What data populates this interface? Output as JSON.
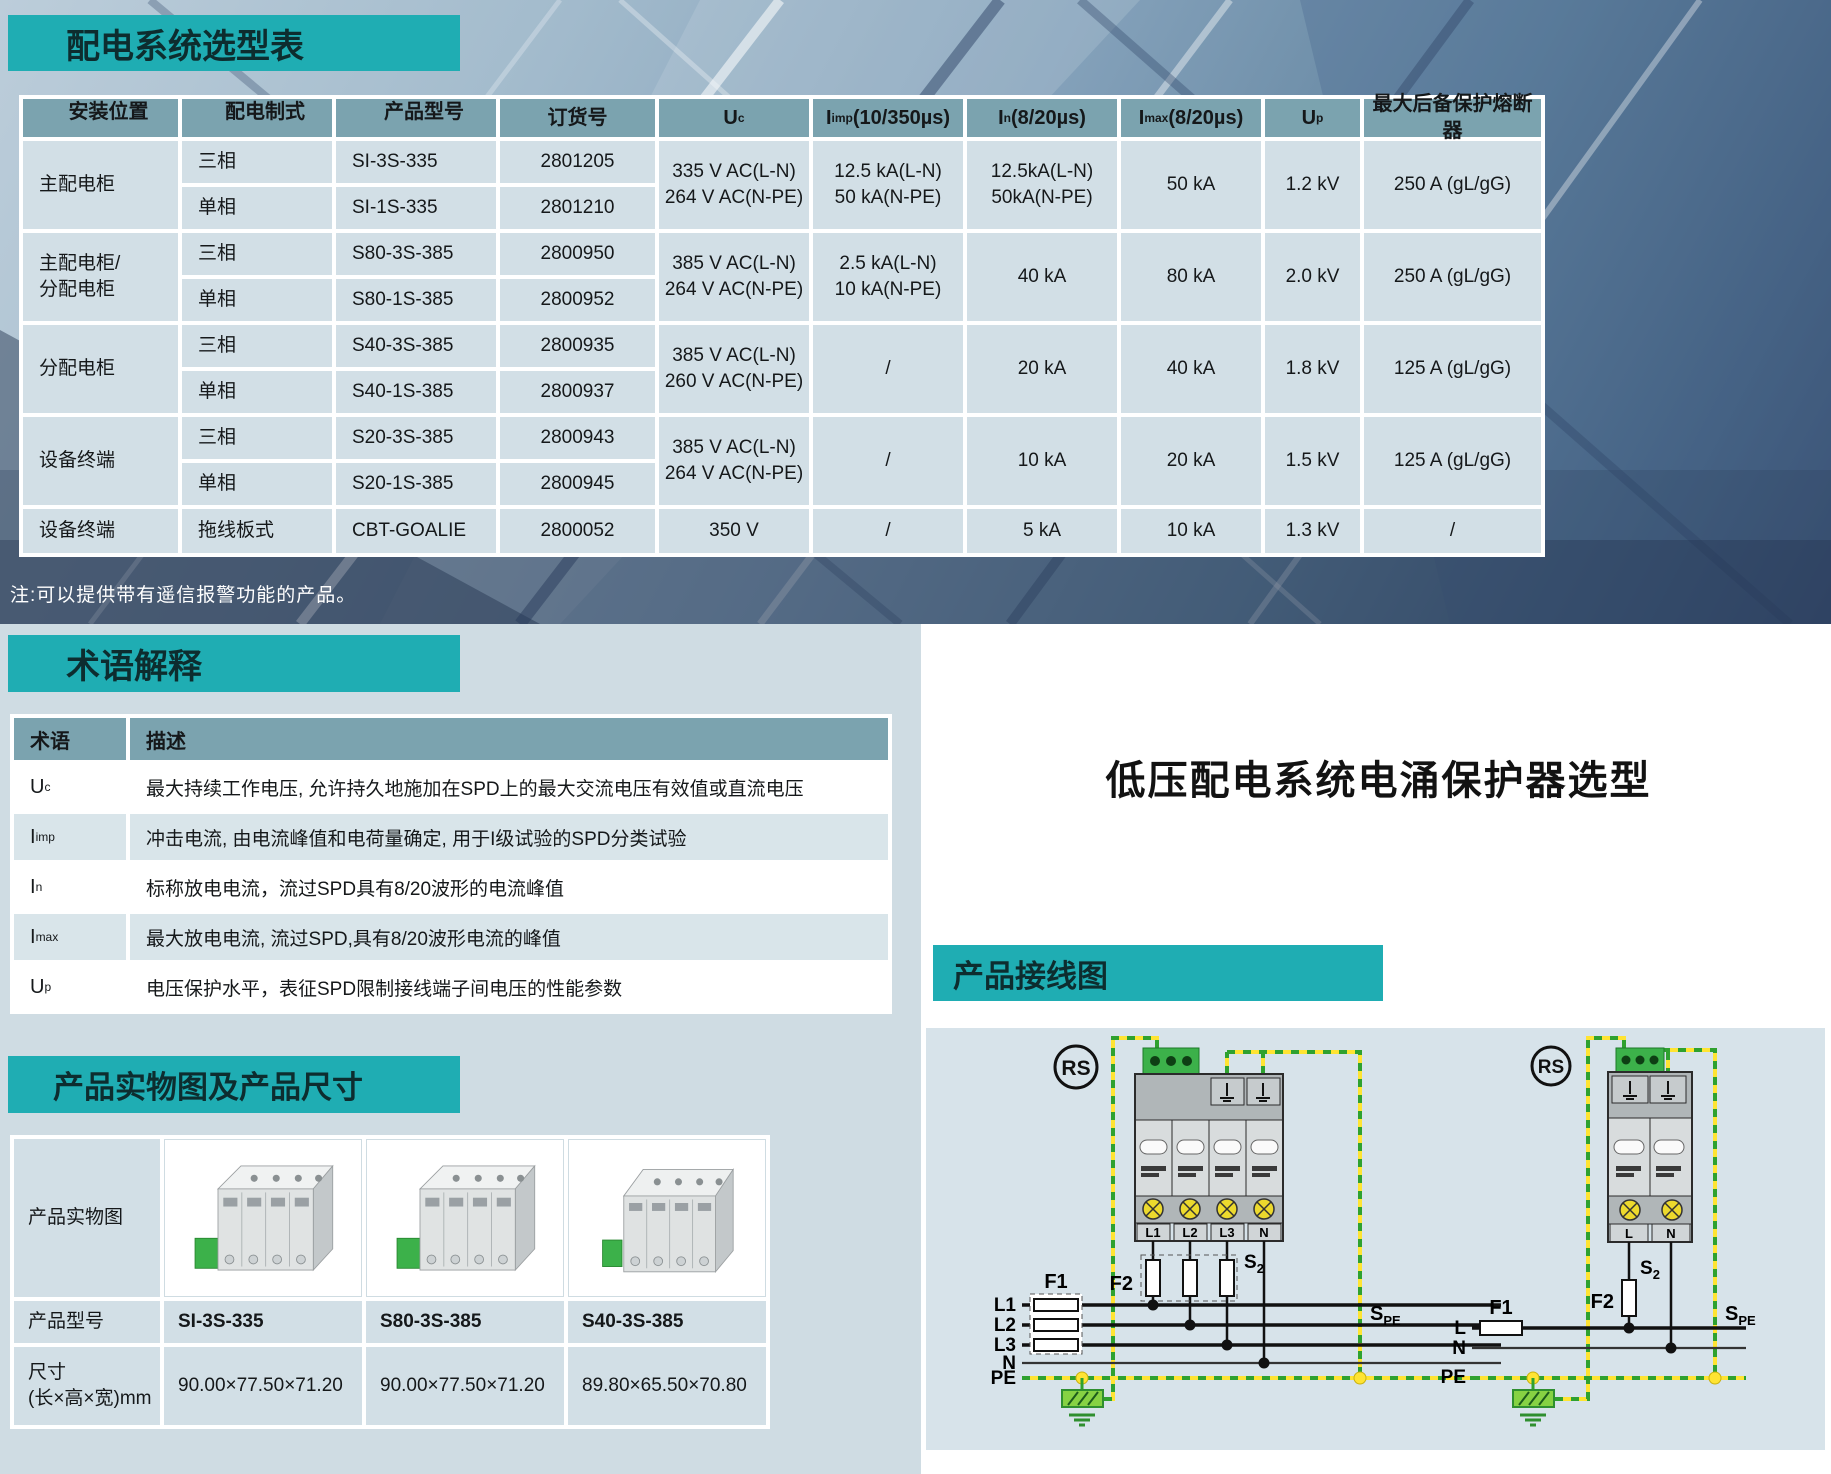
{
  "colors": {
    "teal": "#1fadb3",
    "table_header": "#7ba3af",
    "table_cell": "#d2dfe6",
    "panel": "#d7e3ea",
    "left_bg": "#cfdce3",
    "wire_yellow": "#ffe433",
    "wire_green": "#2fa12f"
  },
  "header": {
    "right_title": "低压配电系统电涌保护器选型"
  },
  "selection_table": {
    "title": "配电系统选型表",
    "note": "注:可以提供带有遥信报警功能的产品。",
    "headers": [
      {
        "t": "安装位置"
      },
      {
        "t": "配电制式"
      },
      {
        "t": "产品型号"
      },
      {
        "t": "订货号"
      },
      {
        "t": "U",
        "sub": "c"
      },
      {
        "t": "I",
        "sub": "imp",
        "suf": "(10/350µs)"
      },
      {
        "t": "I",
        "sub": "n",
        "suf": "(8/20µs)"
      },
      {
        "t": "I",
        "sub": "max",
        "suf": "(8/20µs)"
      },
      {
        "t": "U",
        "sub": "p"
      },
      {
        "t": "最大后备保护熔断器"
      }
    ],
    "groups": [
      {
        "location": "主配电柜",
        "rows": [
          {
            "system": "三相",
            "model": "SI-3S-335",
            "order": "2801205"
          },
          {
            "system": "单相",
            "model": "SI-1S-335",
            "order": "2801210"
          }
        ],
        "uc": "335 V AC(L-N)\n264 V AC(N-PE)",
        "iimp": "12.5 kA(L-N)\n50 kA(N-PE)",
        "in": "12.5kA(L-N)\n50kA(N-PE)",
        "imax": "50 kA",
        "up": "1.2 kV",
        "fuse": "250 A (gL/gG)"
      },
      {
        "location": "主配电柜/\n分配电柜",
        "rows": [
          {
            "system": "三相",
            "model": "S80-3S-385",
            "order": "2800950"
          },
          {
            "system": "单相",
            "model": "S80-1S-385",
            "order": "2800952"
          }
        ],
        "uc": "385 V AC(L-N)\n264 V AC(N-PE)",
        "iimp": "2.5 kA(L-N)\n10 kA(N-PE)",
        "in": "40 kA",
        "imax": "80 kA",
        "up": "2.0 kV",
        "fuse": "250 A (gL/gG)"
      },
      {
        "location": "分配电柜",
        "rows": [
          {
            "system": "三相",
            "model": "S40-3S-385",
            "order": "2800935"
          },
          {
            "system": "单相",
            "model": "S40-1S-385",
            "order": "2800937"
          }
        ],
        "uc": "385 V AC(L-N)\n260 V AC(N-PE)",
        "iimp": "/",
        "in": "20 kA",
        "imax": "40 kA",
        "up": "1.8 kV",
        "fuse": "125 A (gL/gG)"
      },
      {
        "location": "设备终端",
        "rows": [
          {
            "system": "三相",
            "model": "S20-3S-385",
            "order": "2800943"
          },
          {
            "system": "单相",
            "model": "S20-1S-385",
            "order": "2800945"
          }
        ],
        "uc": "385 V AC(L-N)\n264 V AC(N-PE)",
        "iimp": "/",
        "in": "10 kA",
        "imax": "20 kA",
        "up": "1.5 kV",
        "fuse": "125 A (gL/gG)"
      }
    ],
    "last_row": {
      "location": "设备终端",
      "system": "拖线板式",
      "model": "CBT-GOALIE",
      "order": "2800052",
      "uc": "350 V",
      "iimp": "/",
      "in": "5 kA",
      "imax": "10 kA",
      "up": "1.3 kV",
      "fuse": "/"
    }
  },
  "terms": {
    "title": "术语解释",
    "headers": [
      "术语",
      "描述"
    ],
    "rows": [
      {
        "t": "U",
        "sub": "c",
        "desc": "最大持续工作电压, 允许持久地施加在SPD上的最大交流电压有效值或直流电压"
      },
      {
        "t": "I",
        "sub": "imp",
        "desc": "冲击电流, 由电流峰值和电荷量确定, 用于I级试验的SPD分类试验"
      },
      {
        "t": "I",
        "sub": "n",
        "desc": "标称放电电流，流过SPD具有8/20波形的电流峰值"
      },
      {
        "t": "I",
        "sub": "max",
        "desc": "最大放电电流, 流过SPD,具有8/20波形电流的峰值"
      },
      {
        "t": "U",
        "sub": "p",
        "desc": "电压保护水平，表征SPD限制接线端子间电压的性能参数"
      }
    ]
  },
  "products": {
    "title": "产品实物图及产品尺寸",
    "photo_label": "产品实物图",
    "model_label": "产品型号",
    "dim_label": "尺寸\n(长×高×宽)mm",
    "items": [
      {
        "model": "SI-3S-335",
        "dim": "90.00×77.50×71.20"
      },
      {
        "model": "S80-3S-385",
        "dim": "90.00×77.50×71.20"
      },
      {
        "model": "S40-3S-385",
        "dim": "89.80×65.50×70.80"
      }
    ]
  },
  "wiring": {
    "title": "产品接线图",
    "rs": "RS",
    "d3": {
      "terminals": [
        "L1",
        "L2",
        "L3",
        "N"
      ],
      "bus": [
        "L1",
        "L2",
        "L3",
        "N",
        "PE"
      ],
      "f1": "F1",
      "f2": "F2",
      "s2": "S",
      "s2_sub": "2",
      "spe": "S",
      "spe_sub": "PE"
    },
    "d1": {
      "terminals": [
        "L",
        "N"
      ],
      "bus": [
        "L",
        "N",
        "PE"
      ],
      "f1": "F1",
      "f2": "F2",
      "s2": "S",
      "s2_sub": "2",
      "spe": "S",
      "spe_sub": "PE"
    }
  }
}
